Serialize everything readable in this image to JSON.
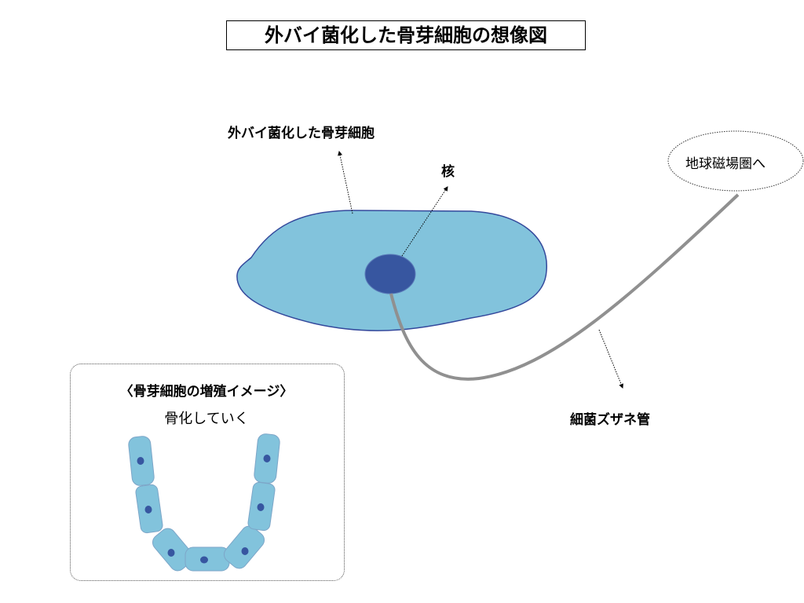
{
  "title": "外バイ菌化した骨芽細胞の想像図",
  "labels": {
    "cell": "外バイ菌化した骨芽細胞",
    "nucleus": "核",
    "tube": "細菌ズザネ管",
    "magnetosphere": "地球磁場圏へ"
  },
  "inset": {
    "heading": "〈骨芽細胞の増殖イメージ〉",
    "subheading": "骨化していく"
  },
  "colors": {
    "cell_fill": "#82c3dc",
    "cell_stroke": "#34499c",
    "nucleus": "#3756a0",
    "tube": "#909090"
  }
}
